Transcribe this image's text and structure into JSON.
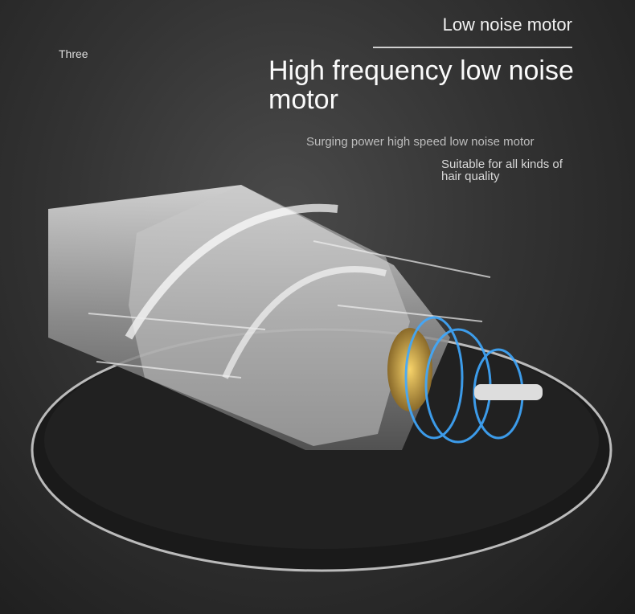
{
  "section_number": "Three",
  "kicker": "Low noise motor",
  "title": "High frequency low noise motor",
  "subtitle": "Surging power high speed low noise motor",
  "note": "Suitable for all kinds of hair quality",
  "colors": {
    "background": "#2e2e2e",
    "glow": "#3fa9ff",
    "brass": "#c9a24a"
  }
}
